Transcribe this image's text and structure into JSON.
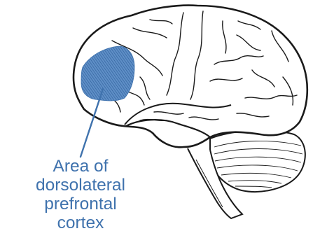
{
  "diagram": {
    "label_lines": [
      "Area of",
      "dorsolateral",
      "prefrontal",
      "cortex"
    ],
    "colors": {
      "outline": "#1a1a1a",
      "highlight": "#3f72ad",
      "label": "#3f72ad",
      "background": "#ffffff"
    }
  }
}
